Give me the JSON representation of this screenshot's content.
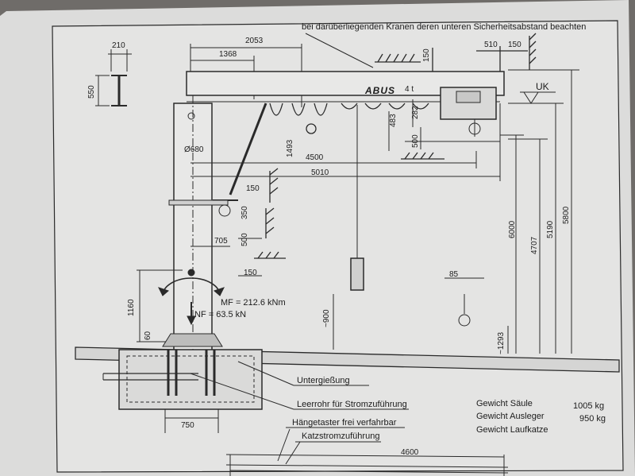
{
  "header_note": "bei darüberliegenden Kranen deren unteren Sicherheitsabstand beachten",
  "brand": {
    "name": "ABUS",
    "capacity": "4 t"
  },
  "uk_label": "UK",
  "dimensions": {
    "d210": "210",
    "d550": "550",
    "d2053": "2053",
    "d1368": "1368",
    "d150_top": "150",
    "d510": "510",
    "d150_wall": "150",
    "d680": "Ø680",
    "d1493": "1493",
    "d483": "483",
    "d282": "282",
    "d500_hoist": "500",
    "d4500": "4500",
    "d5010": "5010",
    "d150_arm": "150",
    "d350": "350",
    "d500_bracket": "500",
    "d705": "705",
    "d150_base": "150",
    "d1160": "1160",
    "d60": "60",
    "d900": "~900",
    "d85": "85",
    "d1293": "~1293",
    "d6000": "6000",
    "d4707": "4707",
    "d5190": "5190",
    "d5800": "5800",
    "d750": "750",
    "d4600": "4600"
  },
  "forces": {
    "mf": "MF = 212.6 kNm",
    "nf": "NF = 63.5 kN"
  },
  "labels": {
    "untergiessung": "Untergießung",
    "leerrohr": "Leerrohr für Stromzuführung",
    "haengetaster": "Hängetaster frei verfahrbar",
    "katzstrom": "Katzstromzuführung"
  },
  "weights": [
    {
      "label": "Gewicht Säule",
      "value": "1005 kg"
    },
    {
      "label": "Gewicht Ausleger",
      "value": "950 kg"
    },
    {
      "label": "Gewicht Laufkatze",
      "value": ""
    }
  ]
}
